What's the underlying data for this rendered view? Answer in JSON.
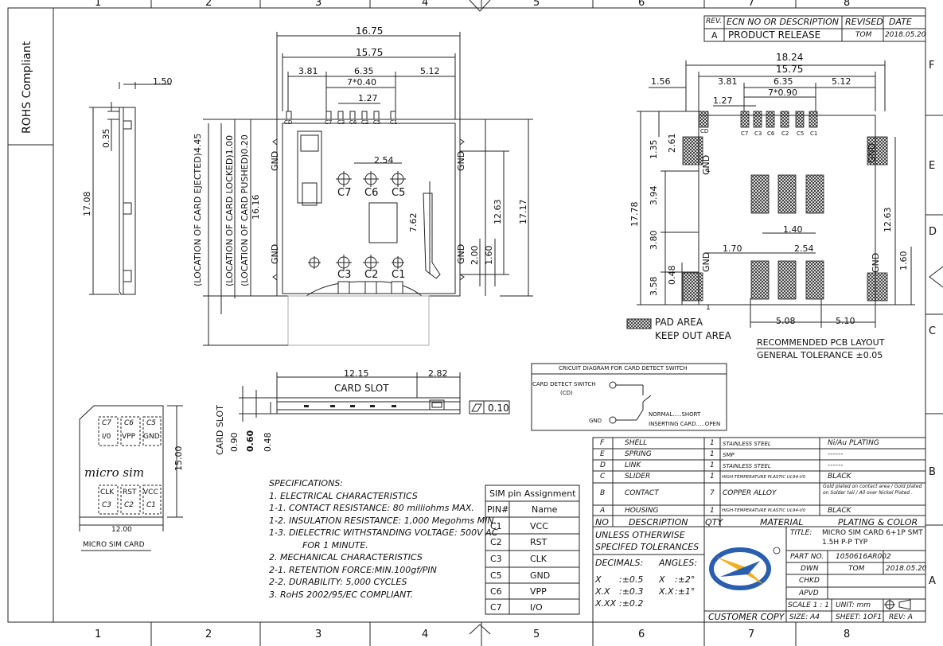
{
  "zones_top": [
    "1",
    "2",
    "3",
    "4",
    "5",
    "6",
    "7",
    "8"
  ],
  "zones_bottom": [
    "1",
    "2",
    "3",
    "4",
    "5",
    "6",
    "7",
    "8"
  ],
  "zones_right": [
    "F",
    "E",
    "D",
    "C",
    "B",
    "A"
  ],
  "side_label": "ROHS Compliant",
  "revision": {
    "headers": [
      "REV.",
      "ECN NO OR DESCRIPTION",
      "REVISED",
      "DATE"
    ],
    "row": [
      "A",
      "PRODUCT RELEASE",
      "TOM",
      "2018.05.20"
    ]
  },
  "side_view": {
    "d_top": "1.50",
    "d_035": "0.35",
    "d_height": "17.08"
  },
  "front_view": {
    "w1": "16.75",
    "w2": "15.75",
    "w3": "3.81",
    "w4": "6.35",
    "w5": "5.12",
    "w6": "7*0.40",
    "w7": "1.27",
    "pins_top": [
      "CD",
      "C7",
      "C3",
      "C6",
      "C2",
      "C5",
      "C1"
    ],
    "gnd": "GND",
    "pitch": "2.54",
    "c_upper": [
      "C7",
      "C6",
      "C5"
    ],
    "c_lower": [
      "C3",
      "C2",
      "C1"
    ],
    "d_762": "7.62",
    "d_1263": "12.63",
    "d_1717": "17.17",
    "d_200": "2.00",
    "d_160": "1.60",
    "d_1616": "16.16",
    "loc1": "(LOCATION OF CARD EJECTED)4.45",
    "loc2": "(LOCATION OF CARD LOCKED)1.00",
    "loc3": "(LOCATION OF CARD PUSHED)0.20"
  },
  "pcb": {
    "w1": "18.24",
    "w2": "15.75",
    "w3": "1.56",
    "w4": "3.81",
    "w5": "6.35",
    "w6": "5.12",
    "w7": "7*0.90",
    "w8": "1.27",
    "pins": [
      "C7",
      "C3",
      "C6",
      "C2",
      "C5",
      "C1"
    ],
    "cd": "CD",
    "n1": "1",
    "d_261": "2.61",
    "d_135": "1.35",
    "d_1778": "17.78",
    "d_394": "3.94",
    "d_380": "3.80",
    "d_358": "3.58",
    "d_048": "0.48",
    "d_140": "1.40",
    "d_170": "1.70",
    "d_254": "2.54",
    "d_1263": "12.63",
    "d_160": "1.60",
    "d_508": "5.08",
    "d_510": "5.10",
    "legend_pad": "PAD AREA",
    "legend_keep": "KEEP OUT AREA",
    "title": "RECOMMENDED PCB LAYOUT",
    "tolerance": "GENERAL TOLERANCE ±0.05"
  },
  "circuit": {
    "title": "CRICUIT DIAGRAM FOR CARD DETECT SWITCH",
    "l1": "CARD DETECT SWITCH",
    "l2": "(CD)",
    "gnd": "GND",
    "n1": "NORMAL.....SHORT",
    "n2": "INSERTING CARD.....OPEN"
  },
  "card_slot": {
    "w1": "12.15",
    "w2": "2.82",
    "label": "CARD SLOT",
    "vlabel": "CARD SLOT",
    "h1": "0.90",
    "h2": "0.60",
    "h3": "0.48",
    "flat": "0.10"
  },
  "micro_sim": {
    "top_cells": [
      "C7",
      "C6",
      "C5"
    ],
    "top_labels": [
      "I/0",
      "VPP",
      "GND"
    ],
    "name": "micro sim",
    "bot_labels": [
      "CLK",
      "RST",
      "VCC"
    ],
    "bot_cells": [
      "C3",
      "C2",
      "C1"
    ],
    "width": "12.00",
    "height": "15.00",
    "caption": "MICRO SIM CARD"
  },
  "specs": {
    "title": "SPECIFICATIONS:",
    "lines": [
      "1. ELECTRICAL CHARACTERISTICS",
      "1-1. CONTACT RESISTANCE: 80 milliohms   MAX.",
      "1-2. INSULATION RESISTANCE: 1,000 Megohms MIN.",
      "1-3. DIELECTRIC WITHSTANDING VOLTAGE: 500V AC",
      "FOR 1 MINUTE.",
      "2. MECHANICAL CHARACTERISTICS",
      "2-1. RETENTION FORCE:MIN.100gf/PIN",
      "2-2. DURABILITY: 5,000 CYCLES",
      "3. RoHS 2002/95/EC COMPLIANT."
    ]
  },
  "pin_table": {
    "title": "SIM pin Assignment",
    "headers": [
      "PIN#",
      "Name"
    ],
    "rows": [
      [
        "C1",
        "VCC"
      ],
      [
        "C2",
        "RST"
      ],
      [
        "C3",
        "CLK"
      ],
      [
        "C5",
        "GND"
      ],
      [
        "C6",
        "VPP"
      ],
      [
        "C7",
        "I/O"
      ]
    ]
  },
  "bom": {
    "rows": [
      [
        "F",
        "SHELL",
        "1",
        "STAINLESS STEEL",
        "Ni/Au PLATING"
      ],
      [
        "E",
        "SPRING",
        "1",
        "SMP",
        "------"
      ],
      [
        "D",
        "LINK",
        "1",
        "STAINLESS STEEL",
        "------"
      ],
      [
        "C",
        "SLIDER",
        "1",
        "HIGH-TEMPERATURE PLASTIC UL94-V0",
        "BLACK"
      ],
      [
        "B",
        "CONTACT",
        "7",
        "COPPER ALLOY",
        "Gold plated on contact area / Gold plated on Solder tail / All over Nickel Plated ."
      ],
      [
        "A",
        "HOUSING",
        "1",
        "HIGH-TEMPERATURE PLASTIC UL94-V0",
        "BLACK"
      ]
    ],
    "headers": [
      "NO",
      "DESCRIPTION",
      "QTY",
      "MATERIAL",
      "PLATING & COLOR"
    ]
  },
  "title_block": {
    "unless": "UNLESS OTHERWISE",
    "specified": "SPECIFED TOLERANCES",
    "decimals": "DECIMALS:",
    "angles": "ANGLES:",
    "tol": [
      [
        "X",
        ":±0.5",
        "X",
        ":±2°"
      ],
      [
        "X.X",
        ":±0.3",
        "X.X",
        ":±1°"
      ],
      [
        "X.XX",
        ":±0.2",
        "",
        ""
      ]
    ],
    "title_label": "TITLE:",
    "title1": "MICRO SIM CARD 6+1P SMT",
    "title2": "1.5H P-P TYP",
    "part_label": "PART NO.",
    "part_no": "1050616AR002",
    "dwn_label": "DWN",
    "dwn": "TOM",
    "dwn_date": "2018.05.20",
    "chkd_label": "CHKD",
    "apvd_label": "APVD",
    "scale": "SCALE 1 : 1",
    "unit": "UNIT:  mm",
    "size": "SIZE:  A4",
    "sheet": "SHEET: 1OF1",
    "rev": "REV:  A",
    "customer": "CUSTOMER COPY"
  }
}
